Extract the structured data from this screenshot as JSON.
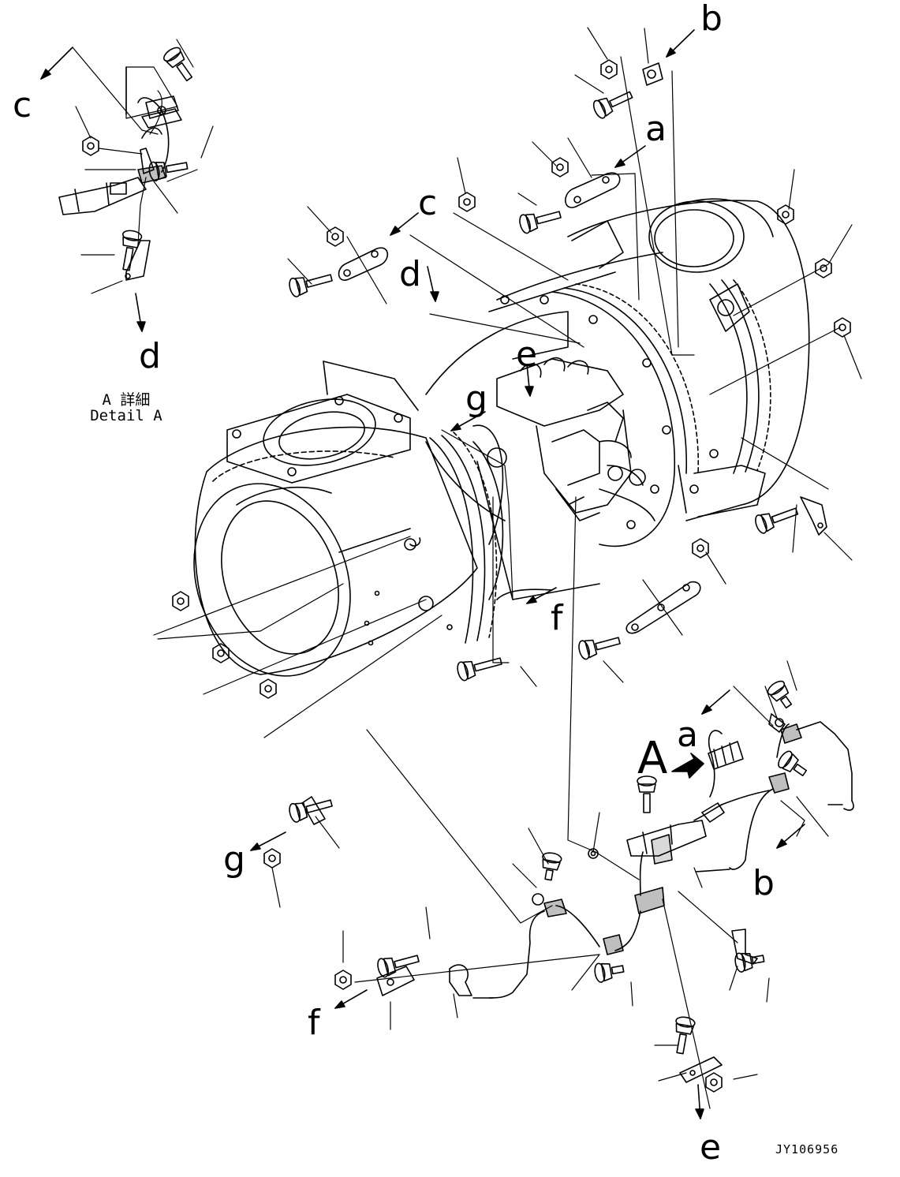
{
  "drawing": {
    "detail_caption": {
      "line1": "A 詳細",
      "line2": "Detail A"
    },
    "view_marker": "A",
    "drawing_id": "JY106956"
  },
  "references": {
    "a_top": "a",
    "a_low": "a",
    "b_top": "b",
    "b_low": "b",
    "c_left": "c",
    "c_mid": "c",
    "d_left": "d",
    "d_mid": "d",
    "e_mid": "e",
    "e_low": "e",
    "f_mid": "f",
    "f_low": "f",
    "g_mid": "g",
    "g_low": "g"
  }
}
